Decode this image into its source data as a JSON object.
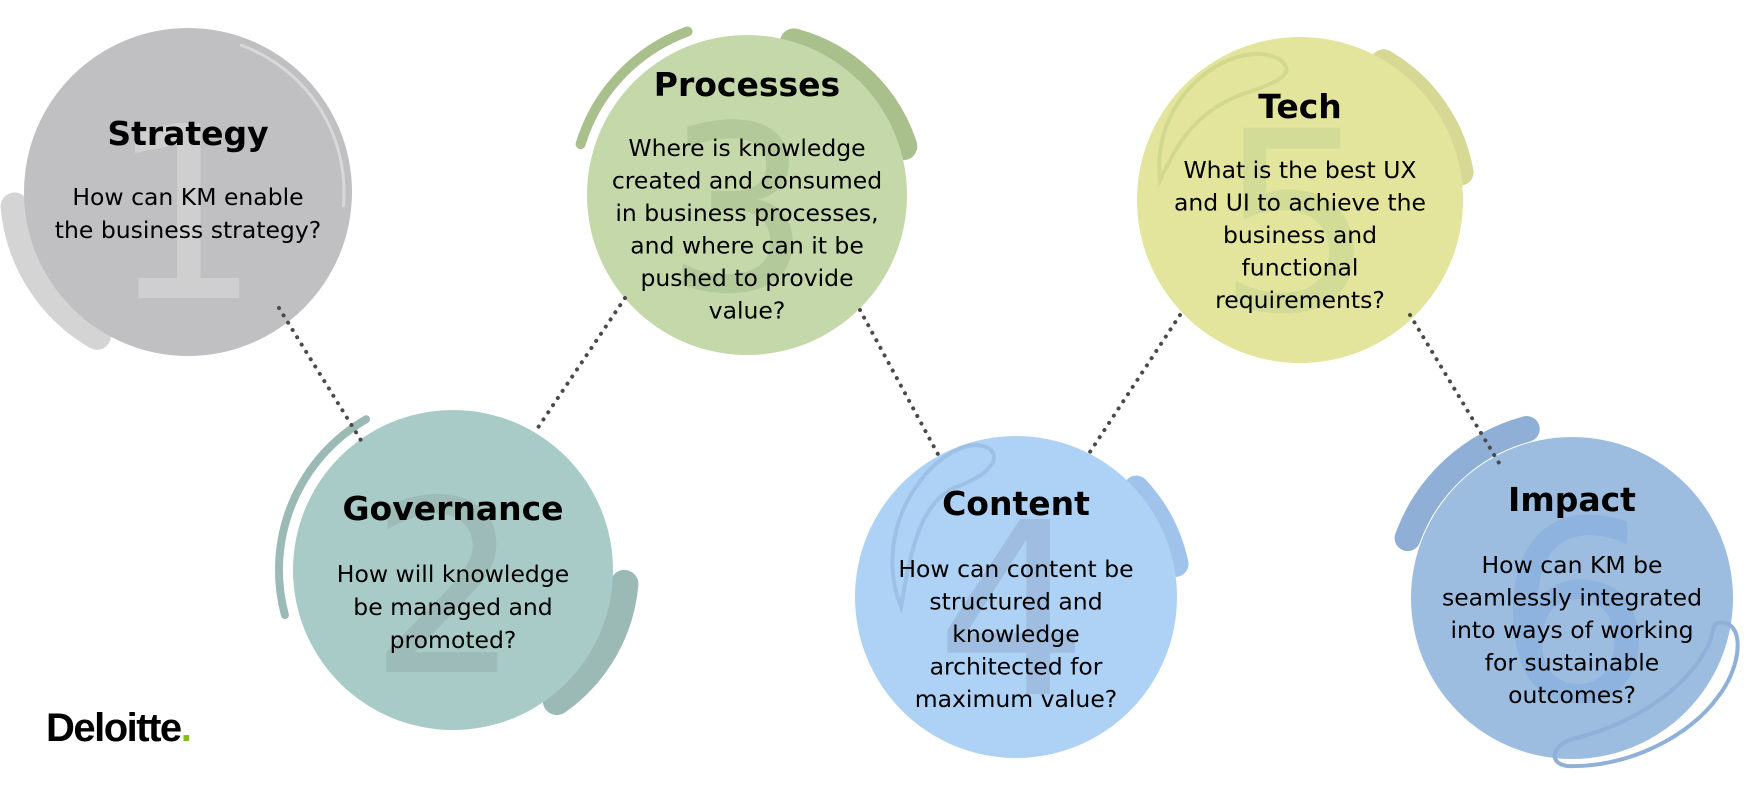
{
  "diagram": {
    "nodes": [
      {
        "id": "strategy",
        "number": "1",
        "title": "Strategy",
        "lines": [
          "How can KM enable",
          "the business strategy?"
        ],
        "fill": "#c0c0c2",
        "accent": "#d4d4d5",
        "numeral_color": "#cfcfd0"
      },
      {
        "id": "governance",
        "number": "2",
        "title": "Governance",
        "lines": [
          "How will knowledge",
          "be managed and",
          "promoted?"
        ],
        "fill": "#a9cbc8",
        "accent": "#9bbab6",
        "numeral_color": "#9dbcb9"
      },
      {
        "id": "processes",
        "number": "3",
        "title": "Processes",
        "lines": [
          "Where is knowledge",
          "created and consumed",
          "in business processes,",
          "and where can it be",
          "pushed to provide",
          "value?"
        ],
        "fill": "#c5d8aa",
        "accent": "#a9c08c",
        "numeral_color": "#b4c99a"
      },
      {
        "id": "content",
        "number": "4",
        "title": "Content",
        "lines": [
          "How can content be",
          "structured and",
          "knowledge",
          "architected for",
          "maximum value?"
        ],
        "fill": "#aed2f5",
        "accent": "#9fc3ea",
        "numeral_color": "#9fbde0"
      },
      {
        "id": "tech",
        "number": "5",
        "title": "Tech",
        "lines": [
          "What is the best UX",
          "and UI to achieve the",
          "business and",
          "functional",
          "requirements?"
        ],
        "fill": "#e2e59b",
        "accent": "#d6d894",
        "numeral_color": "#d2dc96"
      },
      {
        "id": "impact",
        "number": "6",
        "title": "Impact",
        "lines": [
          "How can KM be",
          "seamlessly integrated",
          "into ways of working",
          "for sustainable",
          "outcomes?"
        ],
        "fill": "#9cbde0",
        "accent": "#8fafd6",
        "numeral_color": "#8db3de"
      }
    ],
    "connectors": [
      {
        "from": "strategy",
        "to": "governance"
      },
      {
        "from": "governance",
        "to": "processes"
      },
      {
        "from": "processes",
        "to": "content"
      },
      {
        "from": "content",
        "to": "tech"
      },
      {
        "from": "tech",
        "to": "impact"
      }
    ],
    "connector_color": "#4a4a4a"
  },
  "logo": {
    "text": "Deloitte",
    "dot": ".",
    "dot_color": "#86BC25"
  }
}
